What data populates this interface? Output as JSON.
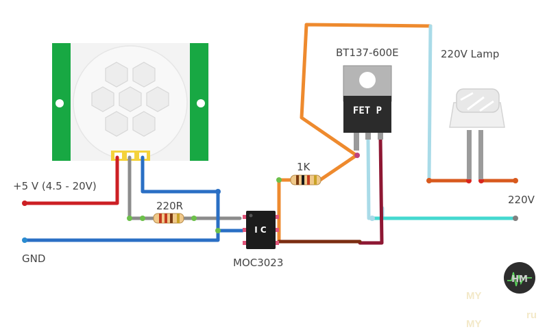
{
  "diagram": {
    "labels": {
      "supply": "+5 V (4.5 - 20V)",
      "gnd": "GND",
      "r1": "220R",
      "optocoupler": "MOC3023",
      "r2": "1K",
      "triac": "BT137-600E",
      "lamp": "220V Lamp",
      "mains": "220V"
    },
    "triac_marking": "FET P",
    "optocoupler_marking": "I C",
    "watermark": {
      "line1": "MY",
      "line2": "MY",
      "suffix": "ru",
      "logo_text": "HM"
    },
    "colors": {
      "red_wire": "#cc1f24",
      "blue_wire": "#2a6fc4",
      "gray_wire": "#8c8c8c",
      "orange_wire": "#ee8a2e",
      "light_blue_wire": "#a9dbe8",
      "cyan_wire": "#45d9d0",
      "dark_red_wire": "#8e1733",
      "brown_wire": "#7b2d12",
      "green_joint": "#6cc04a",
      "sensor_green": "#18a843"
    }
  }
}
